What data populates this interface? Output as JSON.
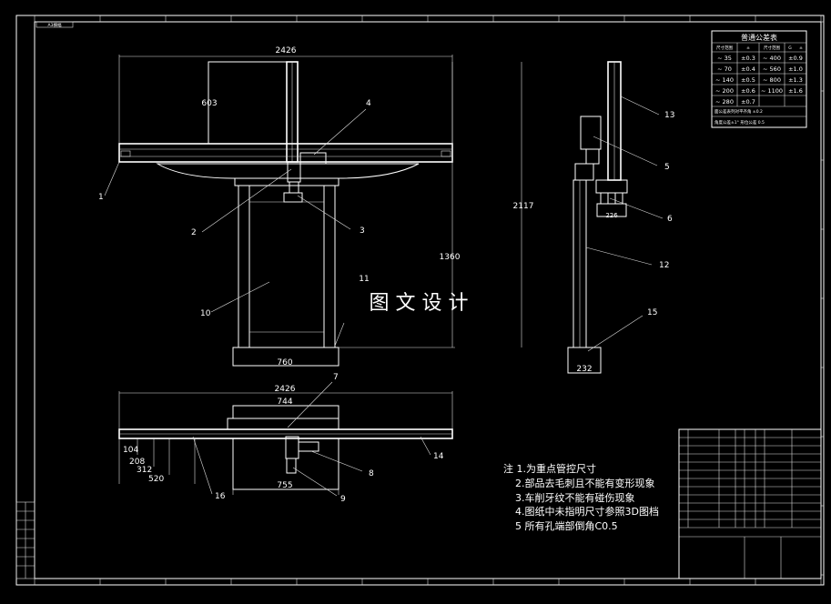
{
  "colors": {
    "background": "#000000",
    "line": "#ffffff"
  },
  "frame": {
    "top_label": "A3横幅"
  },
  "front_view": {
    "dims": {
      "width_top": "2426",
      "height_603": "603",
      "height_1360": "1360",
      "base_760": "760",
      "label_11": "11"
    },
    "callouts": {
      "c1": "1",
      "c2": "2",
      "c3": "3",
      "c4": "4",
      "c10": "10"
    }
  },
  "watermark": "图 文 设 计",
  "side_view": {
    "dims": {
      "height_2117": "2117",
      "w_226": "226",
      "base_232": "232"
    },
    "callouts": {
      "c5": "5",
      "c6": "6",
      "c12": "12",
      "c13": "13",
      "c15": "15"
    }
  },
  "top_view": {
    "dims": {
      "width_top": "2426",
      "w_744": "744",
      "d_104": "104",
      "d_208": "208",
      "d_312": "312",
      "d_520": "520",
      "d_755": "755"
    },
    "callouts": {
      "c7": "7",
      "c8": "8",
      "c9": "9",
      "c14": "14",
      "c16": "16"
    }
  },
  "tolerance_table": {
    "title": "普通公差表",
    "headers": [
      "尺寸范围",
      "±",
      "尺寸范围",
      "G",
      "±"
    ],
    "rows": [
      [
        "~ 35",
        "±0.3",
        "~ 400",
        "±0.9"
      ],
      [
        "~ 70",
        "±0.4",
        "~ 560",
        "±1.0"
      ],
      [
        "~ 140",
        "±0.5",
        "~ 800",
        "±1.3"
      ],
      [
        "~ 200",
        "±0.6",
        "~ 1100",
        "±1.6"
      ],
      [
        "~ 280",
        "±0.7",
        "",
        ""
      ]
    ],
    "note1": "面公差表列对平齐角 ±0.2",
    "note2": "角度公差±1° 形位公差 0.5"
  },
  "notes": {
    "n1": "注 1.为重点管控尺寸",
    "n2": "2.部品去毛刺且不能有变形现象",
    "n3": "3.车削牙纹不能有碰伤现象",
    "n4": "4.图纸中未指明尺寸参照3D图档",
    "n5": "5 所有孔端部倒角C0.5"
  }
}
